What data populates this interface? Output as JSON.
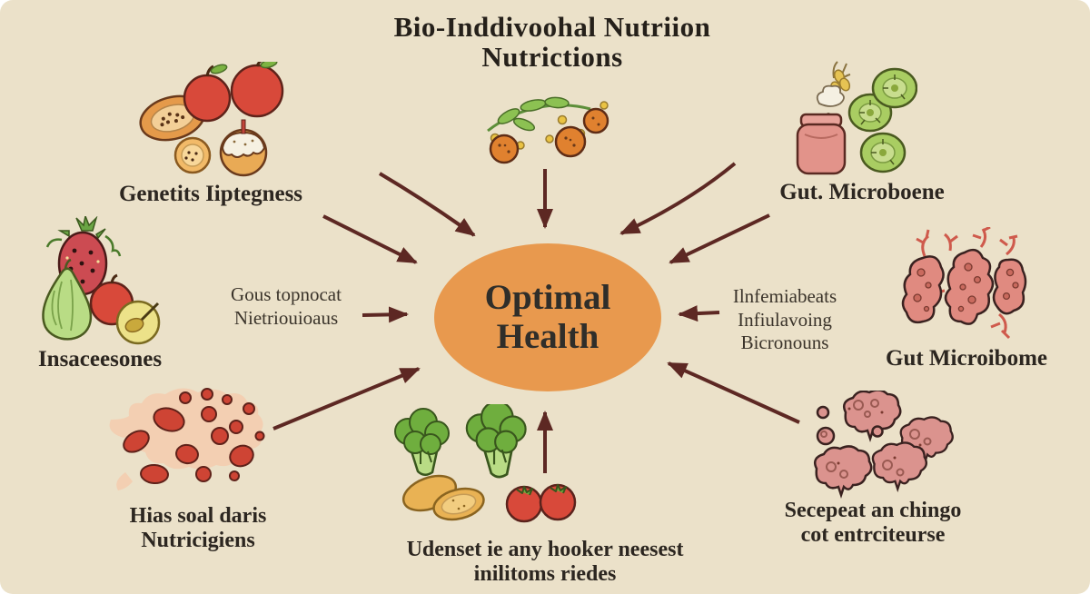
{
  "title": {
    "line1": "Bio-Inddivoohal Nutriion",
    "line2": "Nutrictions"
  },
  "center": {
    "line1": "Optimal",
    "line2": "Health"
  },
  "nodes": {
    "genetics": {
      "label": "Genetits Iiptegness"
    },
    "gut_top": {
      "label": "Gut. Microboene"
    },
    "left_fruits": {
      "label": "Insaceesones"
    },
    "gut_right": {
      "label": "Gut Microibome"
    },
    "blood": {
      "line1": "Hias soal daris",
      "line2": "Nutricigiens"
    },
    "brains": {
      "line1": "Secepeat an chingo",
      "line2": "cot entrciteurse"
    }
  },
  "captions": {
    "left": {
      "line1": "Gous topnocat",
      "line2": "Nietriouioaus"
    },
    "right": {
      "line1": "Ilnfemiabeats",
      "line2": "Infiulavoing",
      "line3": "Bicronouns"
    },
    "bottom": {
      "line1": "Udenset ie any hooker neesest",
      "line2": "inilitoms riedes"
    }
  },
  "colors": {
    "background": "#ebe1c9",
    "ellipse": "#e8994e",
    "arrow": "#5d2823",
    "text": "#2c2620",
    "apple_red": "#d8493a",
    "green": "#6fae3e",
    "jar_pink": "#e2938a",
    "microbe_pink": "#e08a80",
    "blood_red": "#ce4434"
  }
}
